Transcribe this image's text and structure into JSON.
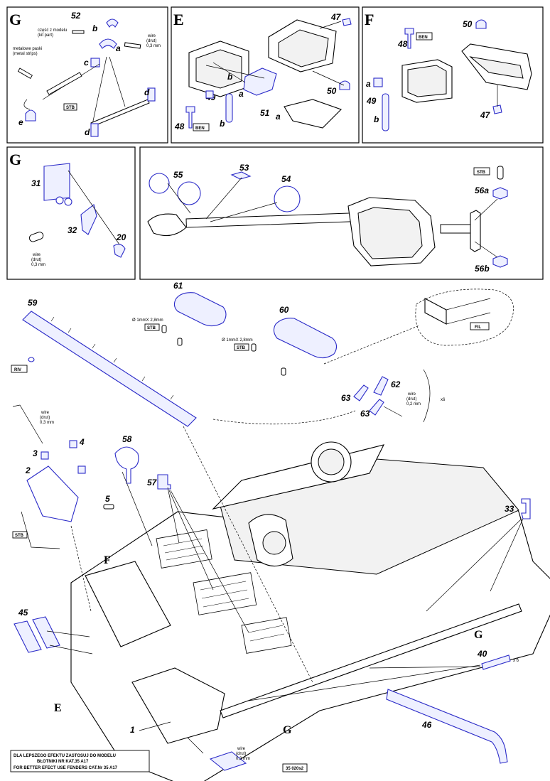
{
  "panels": {
    "g_top": {
      "letter": "G",
      "parts": [
        "52",
        "a",
        "b",
        "c",
        "d",
        "d",
        "e"
      ],
      "note_model_pl": "część z modelu",
      "note_model_en": "(kit part)",
      "note_strips_pl": "metalowe paski",
      "note_strips_en": "(metal strips)",
      "stb": "STB",
      "wire": "wire",
      "wire_pl": "(drut)",
      "wire_size": "0,3 mm"
    },
    "e": {
      "letter": "E",
      "parts": [
        "47",
        "50",
        "a",
        "b",
        "51",
        "a",
        "49",
        "b",
        "48"
      ],
      "ben": "BEN"
    },
    "f": {
      "letter": "F",
      "parts": [
        "50",
        "48",
        "a",
        "49",
        "b",
        "47"
      ],
      "ben": "BEN"
    },
    "g_mid": {
      "letter": "G",
      "parts": [
        "31",
        "32",
        "20"
      ],
      "wire": "wire",
      "wire_pl": "(drut)",
      "wire_size": "0,3 mm"
    },
    "gun": {
      "parts": [
        "55",
        "53",
        "54",
        "56a",
        "56b"
      ],
      "stb": "STB"
    }
  },
  "main": {
    "parts": {
      "p59": "59",
      "p61": "61",
      "p60": "60",
      "p62": "62",
      "p63a": "63",
      "p63b": "63",
      "p58": "58",
      "p57": "57",
      "p4": "4",
      "p3": "3",
      "p2": "2",
      "p5": "5",
      "p33": "33",
      "p45": "45",
      "p40": "40",
      "p1": "1",
      "p46": "46"
    },
    "refs": {
      "f": "F",
      "e": "E",
      "g1": "G",
      "g2": "G"
    },
    "tags": {
      "riv": "RIV",
      "stb1": "STB",
      "stb2": "STB",
      "stb3": "STB",
      "fil": "FIL"
    },
    "dia1": "Ø 1mmX 2,8mm",
    "dia2": "Ø 1mmX 2,8mm",
    "wire": "wire",
    "wire_pl": "(drut)",
    "wire_03": "0,3 mm",
    "wire_02": "0,2 mm",
    "x6": "x6",
    "x6b": "x 6"
  },
  "footer": {
    "note_pl_1": "DLA LEPSZEGO EFEKTU ZASTOSUJ DO MODELU",
    "note_pl_2": "BŁOTNIKI  NR KAT.35 A17",
    "note_en": "FOR BETTER EFECT USE FENDERS CAT.Nr 35 A17",
    "code": "35 020s2"
  }
}
